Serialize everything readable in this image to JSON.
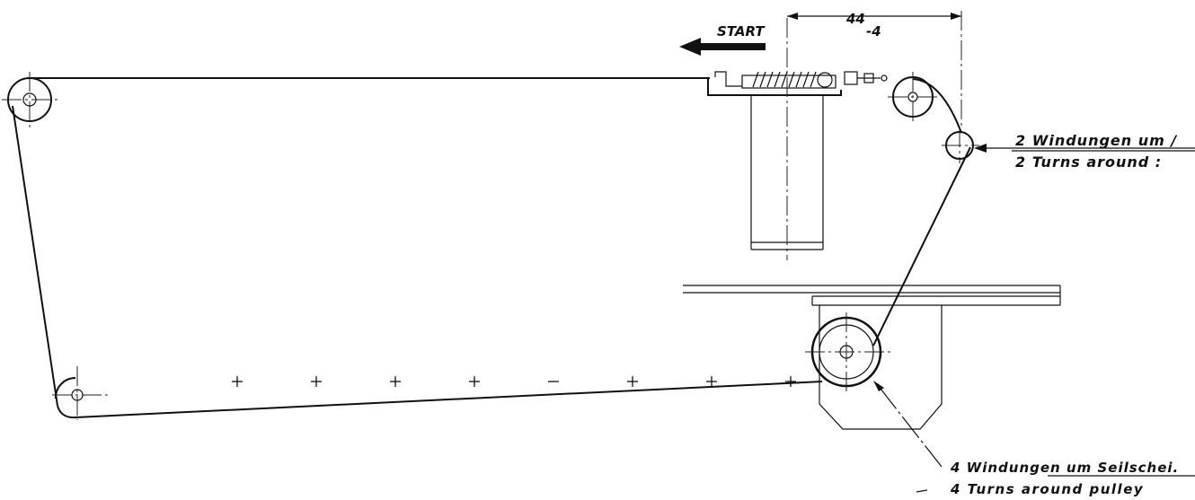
{
  "labels": {
    "start": "START",
    "dimension_main": "44",
    "dimension_tolerance": "-4",
    "upper_note_de": "2  Windungen  um  /",
    "upper_note_en": "2  Turns  around  :",
    "lower_note_de": "4  Windungen  um  Seilschei.",
    "lower_note_en": "4  Turns  around  pulley"
  }
}
